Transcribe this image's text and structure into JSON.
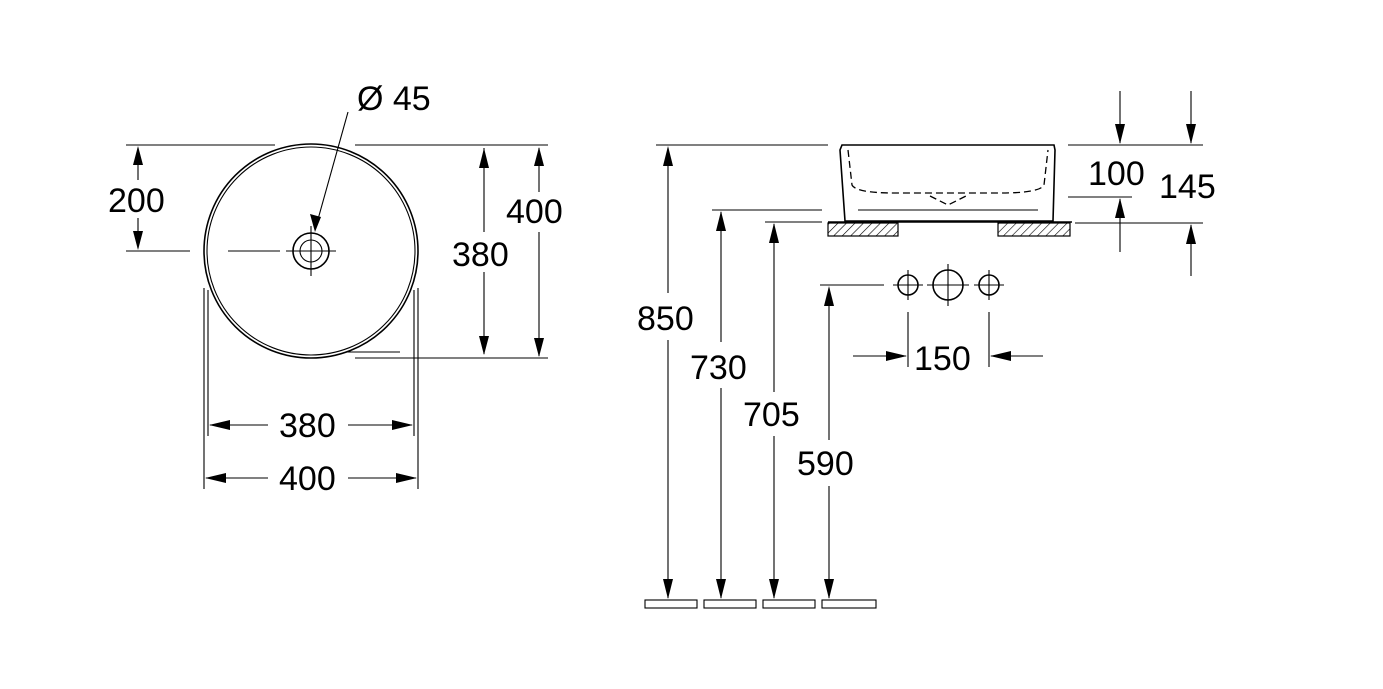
{
  "top_view": {
    "drain_diameter": "Ø 45",
    "offset_to_center": "200",
    "inner_depth": "380",
    "outer_depth": "400",
    "inner_width": "380",
    "outer_width": "400"
  },
  "side_view": {
    "total_height": "850",
    "countertop_height": "730",
    "mount_height": "705",
    "tap_height": "590",
    "bowl_depth": "100",
    "bowl_height": "145",
    "tap_spacing": "150"
  }
}
